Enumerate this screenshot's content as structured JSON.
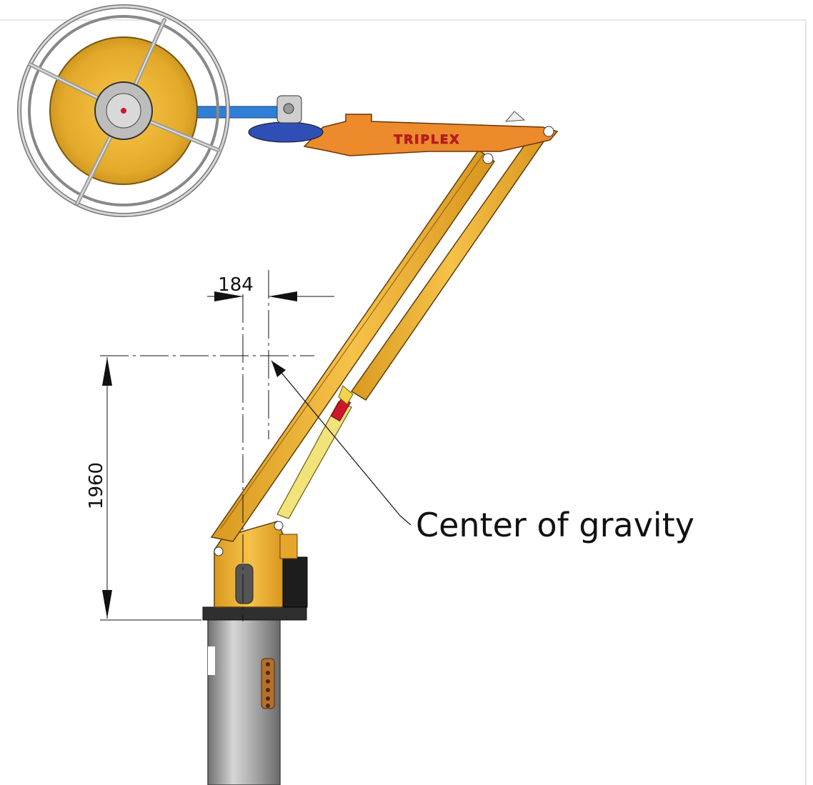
{
  "drawing": {
    "brand_label": "TRIPLEX",
    "callout_label": "Center of gravity",
    "dimensions": {
      "horizontal_offset": "184",
      "vertical_height": "1960"
    }
  },
  "colors": {
    "boom_yellow": "#f2b632",
    "boom_orange": "#ec8a2c",
    "reel_gold": "#e7b02f",
    "cage_gray": "#b8b8b8",
    "arm_blue": "#2f7fd6",
    "post_gray": "#9a9a9a",
    "brand_red": "#d1152a",
    "line": "#111111"
  }
}
